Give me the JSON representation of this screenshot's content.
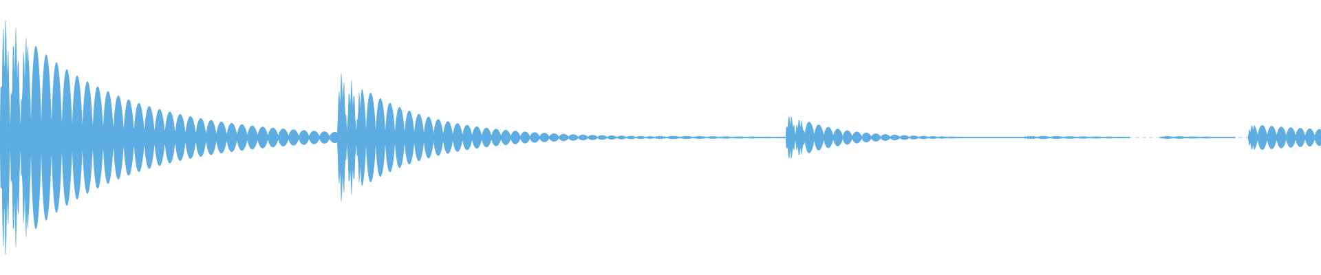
{
  "waveform": {
    "color": "#5dade2",
    "background": "#ffffff",
    "segments": [
      {
        "start": 0.0,
        "end": 0.255,
        "peak": 0.96,
        "decay": 3.2,
        "cycle_period": 0.0078
      },
      {
        "start": 0.255,
        "end": 0.495,
        "peak": 0.52,
        "decay": 4.2,
        "cycle_period": 0.0073
      },
      {
        "start": 0.495,
        "end": 0.595,
        "peak": 0.012,
        "decay": 1.0,
        "cycle_period": 0.01
      },
      {
        "start": 0.595,
        "end": 0.775,
        "peak": 0.19,
        "decay": 5.0,
        "cycle_period": 0.0072
      },
      {
        "start": 0.775,
        "end": 0.855,
        "peak": 0.012,
        "decay": 1.0,
        "cycle_period": 0.01
      },
      {
        "start": 0.878,
        "end": 0.935,
        "peak": 0.01,
        "decay": 1.0,
        "cycle_period": 0.01
      },
      {
        "start": 0.945,
        "end": 1.0,
        "peak": 0.1,
        "decay": 0.5,
        "cycle_period": 0.0072
      }
    ]
  }
}
